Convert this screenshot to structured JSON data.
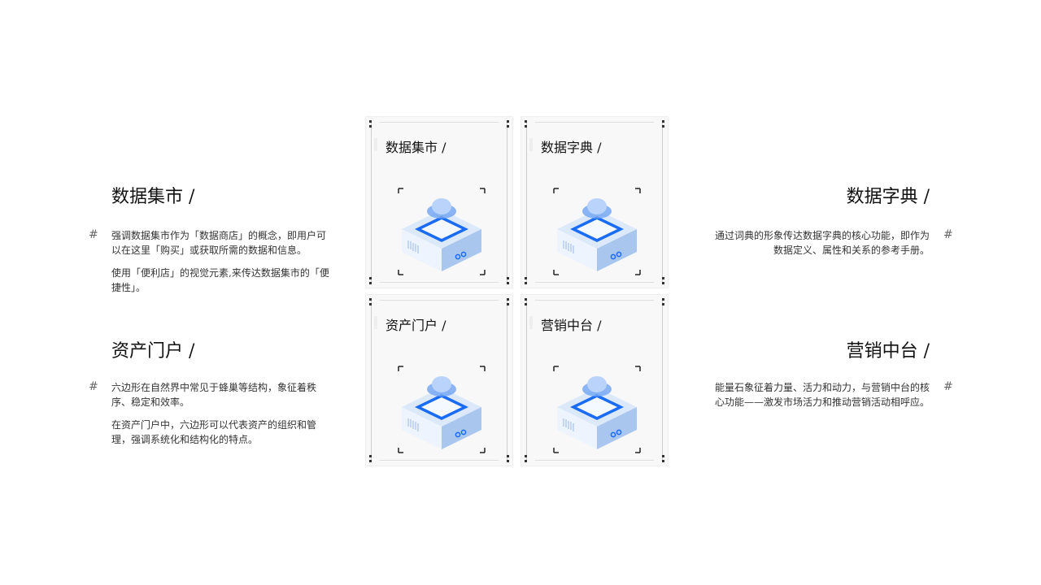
{
  "left": [
    {
      "title": "数据集市 /",
      "paragraphs": [
        "强调数据集市作为「数据商店」的概念，即用户可以在这里「购买」或获取所需的数据和信息。",
        "使用「便利店」的视觉元素,来传达数据集市的「便捷性」。"
      ]
    },
    {
      "title": "资产门户 /",
      "paragraphs": [
        "六边形在自然界中常见于蜂巢等结构，象征着秩序、稳定和效率。",
        "在资产门户中，六边形可以代表资产的组织和管理，强调系统化和结构化的特点。"
      ]
    }
  ],
  "right": [
    {
      "title": "数据字典 /",
      "paragraphs": [
        "通过词典的形象传达数据字典的核心功能，即作为数据定义、属性和关系的参考手册。"
      ]
    },
    {
      "title": "营销中台 /",
      "paragraphs": [
        "能量石象征着力量、活力和动力，与营销中台的核心功能——激发市场活力和推动营销活动相呼应。"
      ]
    }
  ],
  "hash": "#",
  "cards": [
    {
      "title": "数据集市 /",
      "icon": "store-cloud-icon"
    },
    {
      "title": "数据字典 /",
      "icon": "book-icon"
    },
    {
      "title": "资产门户 /",
      "icon": "hexagon-portal-icon"
    },
    {
      "title": "营销中台 /",
      "icon": "energy-crystal-icon"
    }
  ],
  "colors": {
    "accent": "#1a6cf5",
    "light": "#cfe0fb"
  }
}
